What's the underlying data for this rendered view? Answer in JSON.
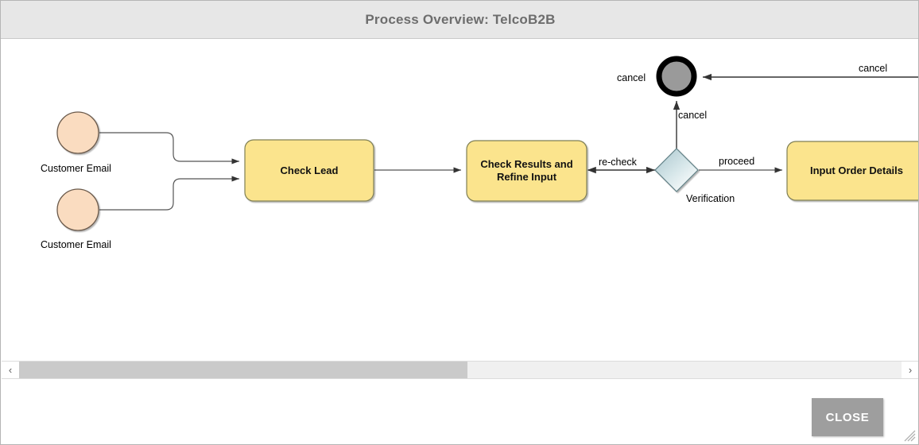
{
  "window": {
    "title": "Process Overview: TelcoB2B"
  },
  "diagram": {
    "start_events": [
      {
        "label": "Customer Email"
      },
      {
        "label": "Customer Email"
      }
    ],
    "tasks": [
      {
        "label": "Check Lead"
      },
      {
        "label": "Check Results and\nRefine Input"
      },
      {
        "label": "Input Order Details"
      }
    ],
    "gateway": {
      "label": "Verification"
    },
    "end_event": {
      "label": ""
    },
    "edge_labels": [
      {
        "label": "cancel"
      },
      {
        "label": "cancel"
      },
      {
        "label": "cancel"
      },
      {
        "label": "re-check"
      },
      {
        "label": "proceed"
      }
    ],
    "colors": {
      "task_fill": "#fbe48d",
      "task_stroke": "#7f7f55",
      "event_fill": "#fadcc0",
      "event_stroke": "#6b5a4c",
      "gateway_fill_start": "#b0c9cf",
      "gateway_fill_end": "#ffffff",
      "gateway_stroke": "#5f7f85",
      "end_ring": "#000000",
      "end_fill": "#9a9a9a",
      "connector": "#555555"
    }
  },
  "scrollbar": {
    "left_arrow": "‹",
    "right_arrow": "›"
  },
  "footer": {
    "close_label": "CLOSE"
  }
}
